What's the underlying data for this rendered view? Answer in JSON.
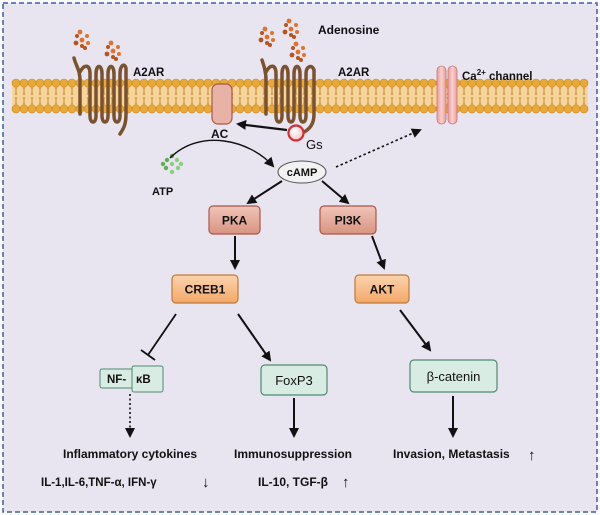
{
  "labels": {
    "adenosine": "Adenosine",
    "a2ar_left": "A2AR",
    "a2ar_right": "A2AR",
    "ca_channel": "Ca",
    "ca_sup": "2+",
    "ca_suffix": " channel",
    "ac": "AC",
    "gs": "Gs",
    "atp": "ATP",
    "camp": "cAMP"
  },
  "nodes": {
    "pka": "PKA",
    "pi3k": "PI3K",
    "creb1": "CREB1",
    "akt": "AKT",
    "nfkb_left": "NF-",
    "nfkb_right": "κB",
    "foxp3": "FoxP3",
    "bcatenin": "β-catenin"
  },
  "outcomes": {
    "inflam_title": "Inflammatory cytokines",
    "inflam_detail": "IL-1,IL-6,TNF-α, IFN-γ",
    "inflam_trend": "↓",
    "immuno_title": "Immunosuppression",
    "immuno_detail": "IL-10, TGF-β",
    "immuno_trend": "↑",
    "invasion_title": "Invasion, Metastasis",
    "invasion_trend": "↑"
  },
  "colors": {
    "background": "#e8e4f0",
    "border": "#3a5ea8",
    "membrane_head": "#e8a93a",
    "membrane_tail": "#f6d49a",
    "kinase_fill": "#e2a898",
    "kinase_stroke": "#a8584a",
    "orange_fill": "#f7c08e",
    "orange_stroke": "#c07a3a",
    "green_fill": "#d9ece4",
    "green_stroke": "#4d8a73",
    "receptor": "#7a5230",
    "channel": "#f0b8b8"
  }
}
